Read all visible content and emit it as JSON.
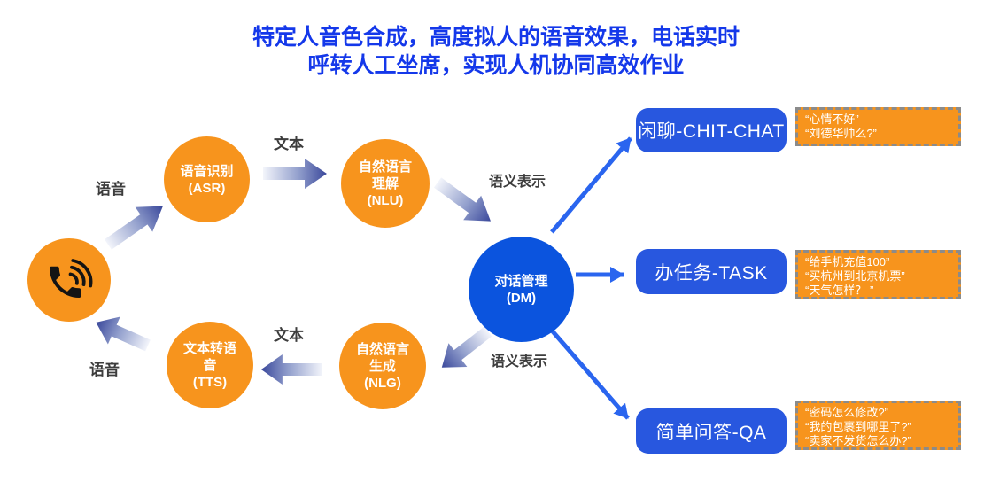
{
  "title": {
    "line1": "特定人音色合成，高度拟人的语音效果，电话实时",
    "line2": "呼转人工坐席，实现人机协同高效作业"
  },
  "nodes": {
    "phone": {
      "icon": "phone-waves-icon"
    },
    "asr": {
      "label": "语音识别\n(ASR)"
    },
    "nlu": {
      "label": "自然语言\n理解\n(NLU)"
    },
    "dm": {
      "label": "对话管理\n(DM)"
    },
    "nlg": {
      "label": "自然语言\n生成\n(NLG)"
    },
    "tts": {
      "label": "文本转语\n音\n(TTS)"
    }
  },
  "flow_labels": {
    "voice_top": "语音",
    "text_top": "文本",
    "semantic_top": "语义表示",
    "semantic_bottom": "语义表示",
    "text_bottom": "文本",
    "voice_bottom": "语音"
  },
  "branches": [
    {
      "label": "闲聊-CHIT-CHAT",
      "examples": [
        "“心情不好”",
        "“刘德华帅么?”"
      ]
    },
    {
      "label": "办任务-TASK",
      "examples": [
        "“给手机充值100”",
        "“买杭州到北京机票”",
        "“天气怎样？ ”"
      ]
    },
    {
      "label": "简单问答-QA",
      "examples": [
        "“密码怎么修改?”",
        "“我的包裹到哪里了?”",
        "“卖家不发货怎么办?”"
      ]
    }
  ],
  "colors": {
    "title_blue": "#1438EA",
    "node_orange": "#F7941D",
    "dm_blue": "#0B54DE",
    "branch_blue": "#2857DF",
    "thin_arrow_blue": "#2A65EF",
    "fat_arrow_dark": "#3A489B",
    "fat_arrow_mid": "#93A0CD",
    "fat_arrow_light": "#F3F5FB",
    "label_gray": "#3D3D3D",
    "dashed_border_gray": "#8B8B8B",
    "phone_icon_black": "#141414"
  }
}
